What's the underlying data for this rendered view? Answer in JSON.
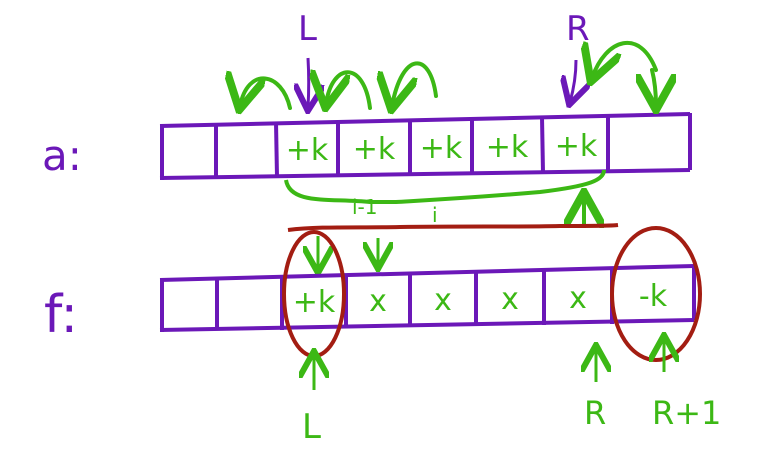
{
  "colors": {
    "purple": "#6b18b8",
    "green": "#3cb815",
    "red": "#a31d12",
    "background": "#ffffff"
  },
  "array_a": {
    "label": "a:",
    "cells": [
      "",
      "",
      "+k",
      "+k",
      "+k",
      "+k",
      "+k",
      ""
    ]
  },
  "array_f": {
    "label": "f:",
    "cells": [
      "",
      "",
      "+k",
      "x",
      "x",
      "x",
      "x",
      "-k"
    ]
  },
  "markers": {
    "a_left": "L",
    "a_right": "R",
    "f_left": "L",
    "f_right": "R",
    "f_right_plus_one": "R+1"
  },
  "brace_fractions": [
    "i-1",
    "i"
  ]
}
